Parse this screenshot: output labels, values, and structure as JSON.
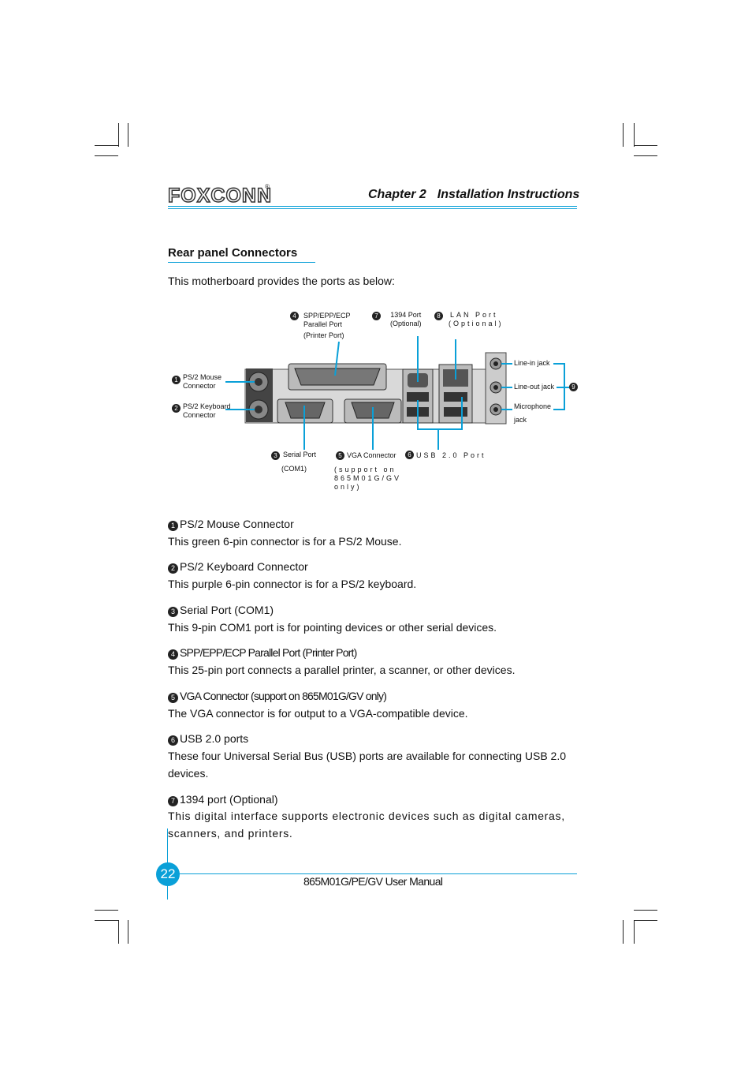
{
  "header": {
    "logo": "FOXCONN",
    "logo_mark": "®",
    "chapter": "Chapter 2",
    "chapter_title": "Installation Instructions"
  },
  "section_title": "Rear panel Connectors",
  "intro": "This motherboard provides the ports as below:",
  "diagram": {
    "labels": {
      "ps2_mouse": [
        "PS/2 Mouse",
        "Connector"
      ],
      "ps2_keyboard": [
        "PS/2 Keyboard",
        "Connector"
      ],
      "serial": [
        "Serial Port",
        "(COM1)"
      ],
      "parallel": [
        "SPP/EPP/ECP",
        "Parallel Port",
        "(Printer Port)"
      ],
      "vga": [
        "VGA Connector",
        "(support on",
        "865M01G/GV",
        "only)"
      ],
      "usb": "USB 2.0 Port",
      "p1394": [
        "1394 Port",
        "(Optional)"
      ],
      "lan": [
        "LAN Port",
        "(Optional)"
      ],
      "line_in": "Line-in jack",
      "line_out": "Line-out jack",
      "mic": [
        "Microphone",
        "jack"
      ]
    },
    "numbers": [
      "1",
      "2",
      "3",
      "4",
      "5",
      "6",
      "7",
      "8",
      "9"
    ]
  },
  "items": [
    {
      "num": "1",
      "title": "PS/2 Mouse Connector",
      "desc": "This green 6-pin connector is for a PS/2 Mouse."
    },
    {
      "num": "2",
      "title": "PS/2  Keyboard Connector",
      "desc": "This purple 6-pin connector is for a PS/2 keyboard."
    },
    {
      "num": "3",
      "title": "Serial Port (COM1)",
      "desc": "This 9-pin COM1 port is for pointing devices or other serial devices."
    },
    {
      "num": "4",
      "title": "SPP/EPP/ECP Parallel Port (Printer Port)",
      "desc": "This 25-pin port connects a parallel printer, a scanner, or other devices."
    },
    {
      "num": "5",
      "title": "VGA Connector (support on 865M01G/GV only)",
      "desc": "The VGA connector is for output to a VGA-compatible device."
    },
    {
      "num": "6",
      "title": "USB 2.0 ports",
      "desc": "These four Universal Serial Bus (USB) ports are available for connecting USB 2.0 devices."
    },
    {
      "num": "7",
      "title": "1394 port (Optional)",
      "desc": "This digital interface supports electronic devices such as digital cameras, scanners, and printers."
    }
  ],
  "footer": {
    "page": "22",
    "manual": "865M01G/PE/GV User Manual"
  },
  "colors": {
    "accent": "#0aa0d8",
    "text": "#111111"
  }
}
